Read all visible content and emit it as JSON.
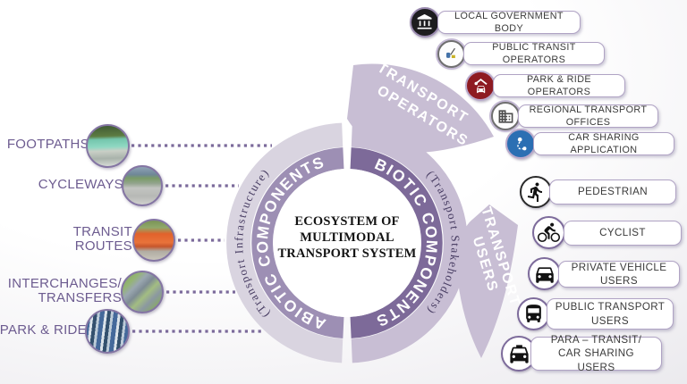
{
  "center": {
    "line1": "ECOSYSTEM OF",
    "line2": "MULTIMODAL",
    "line3": "TRANSPORT SYSTEM"
  },
  "ring": {
    "left_label": "ABIOTIC COMPONENTS",
    "left_sublabel": "(Transport Infrastructure)",
    "right_label": "BIOTIC COMPONENTS",
    "right_sublabel": "(Transport Stakeholders)"
  },
  "arrow_operators": {
    "line1": "TRANSPORT",
    "line2": "OPERATORS"
  },
  "arrow_users": {
    "line1": "TRANSPORT",
    "line2": "USERS"
  },
  "infrastructure": {
    "items": [
      {
        "label": "FOOTPATHS",
        "photo": "footpaths-photo"
      },
      {
        "label": "CYCLEWAYS",
        "photo": "cycleways-photo"
      },
      {
        "label": "TRANSIT ROUTES",
        "photo": "transit-routes-photo"
      },
      {
        "label": "INTERCHANGES/ TRANSFERS",
        "photo": "interchanges-photo"
      },
      {
        "label": "PARK & RIDE",
        "photo": "park-and-ride-photo"
      }
    ]
  },
  "operators": {
    "items": [
      {
        "label": "LOCAL GOVERNMENT BODY",
        "icon": "government-building-icon"
      },
      {
        "label": "PUBLIC TRANSIT OPERATORS",
        "icon": "transit-operator-icon"
      },
      {
        "label": "PARK & RIDE OPERATORS",
        "icon": "park-ride-operator-icon"
      },
      {
        "label": "REGIONAL TRANSPORT OFFICES",
        "icon": "office-building-icon"
      },
      {
        "label": "CAR SHARING APPLICATION",
        "icon": "route-map-icon"
      }
    ]
  },
  "users": {
    "items": [
      {
        "label": "PEDESTRIAN",
        "icon": "pedestrian-icon"
      },
      {
        "label": "CYCLIST",
        "icon": "cyclist-icon"
      },
      {
        "label": "PRIVATE VEHICLE USERS",
        "icon": "car-icon"
      },
      {
        "label": "PUBLIC TRANSPORT USERS",
        "icon": "bus-icon"
      },
      {
        "label": "PARA – TRANSIT/ CAR SHARING USERS",
        "icon": "taxi-icon"
      }
    ]
  },
  "colors": {
    "ring_inner_left": "#9d8fb4",
    "ring_inner_right": "#7d6a99",
    "ring_outer_left": "#d9d4e0",
    "ring_outer_right": "#c8bed4",
    "arrow_band": "#c8bed4",
    "infra_label_purple": "#6d5c90",
    "pill_border_purple": "#b0a3c4",
    "dotted_line_purple": "#7b6a9b",
    "badge_black": "#1d1d1f",
    "badge_red": "#8e1b22",
    "badge_blue": "#2b6fb3"
  }
}
